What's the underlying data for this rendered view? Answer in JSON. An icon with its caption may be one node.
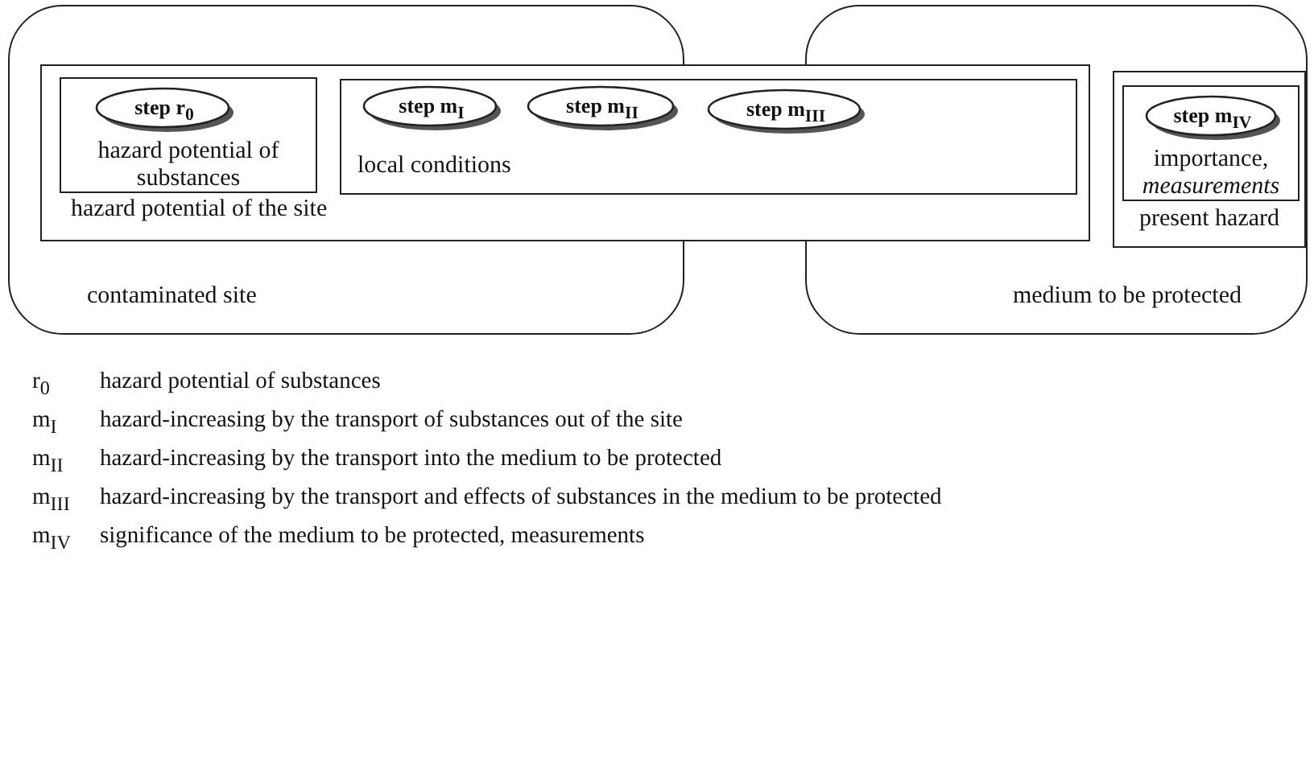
{
  "diagram": {
    "nodes": [
      {
        "text": [
          "contaminated site"
        ]
      },
      {
        "text": [
          "medium to be protected"
        ]
      },
      {
        "text": [
          "hazard potential of the site"
        ]
      },
      {
        "text": [
          "hazard potential of substances"
        ]
      },
      {
        "text": [
          "step r$_{0}$"
        ],
        "in": 3
      },
      {
        "text": [
          "local conditions"
        ],
        "in": 2
      },
      {
        "text": [
          "step m$_{I}$"
        ]
      },
      {
        "text": [
          "step m$_{II}$"
        ]
      },
      {
        "text": [
          "step m$_{III}$"
        ],
        "in": 5
      },
      {
        "text": [
          "present hazard"
        ],
        "in": 1
      },
      {
        "text": [
          "importance, *measurements*"
        ],
        "in": 9
      },
      {
        "text": [
          "step m$_{IV}$"
        ],
        "in": 10
      }
    ],
    "edges": [],
    "labels": [
      "r$_{0}$",
      "hazard potential of substances",
      "m$_{I}$",
      "hazard-increasing by the transport of substances out of the site",
      "m$_{II}$",
      "hazard-increasing by the transport into the medium to be protected",
      "m$_{III}$",
      "hazard-increasing by the transport and effects of substances in the medium to be protected",
      "m$_{IV}$",
      "significance of the medium to be protected, measurements"
    ]
  }
}
